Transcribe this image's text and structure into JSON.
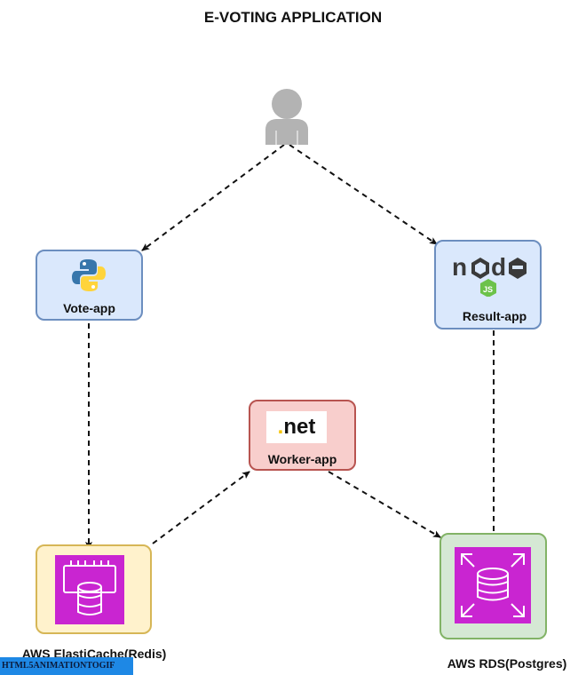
{
  "title": "E-VOTING APPLICATION",
  "nodes": {
    "vote_app": {
      "label": "Vote-app",
      "icon": "python-icon",
      "fill": "#dae8fc",
      "stroke": "#6c8ebf"
    },
    "result_app": {
      "label": "Result-app",
      "icon": "nodejs-icon",
      "fill": "#dae8fc",
      "stroke": "#6c8ebf"
    },
    "worker_app": {
      "label": "Worker-app",
      "icon": "dotnet-icon",
      "icon_text": ".net",
      "fill": "#f8cecc",
      "stroke": "#b85450"
    },
    "redis": {
      "label": "AWS ElastiCache(Redis)",
      "icon": "elasticache-icon",
      "fill": "#fff2cc",
      "stroke": "#d6b656"
    },
    "postgres": {
      "label": "AWS RDS(Postgres)",
      "icon": "rds-icon",
      "fill": "#d5e8d4",
      "stroke": "#82b366"
    }
  },
  "user": {
    "icon": "user-icon"
  },
  "watermark": "HTML5ANIMATIONTOGIF",
  "colors": {
    "aws_magenta": "#c925d1",
    "arrow": "#111111"
  }
}
